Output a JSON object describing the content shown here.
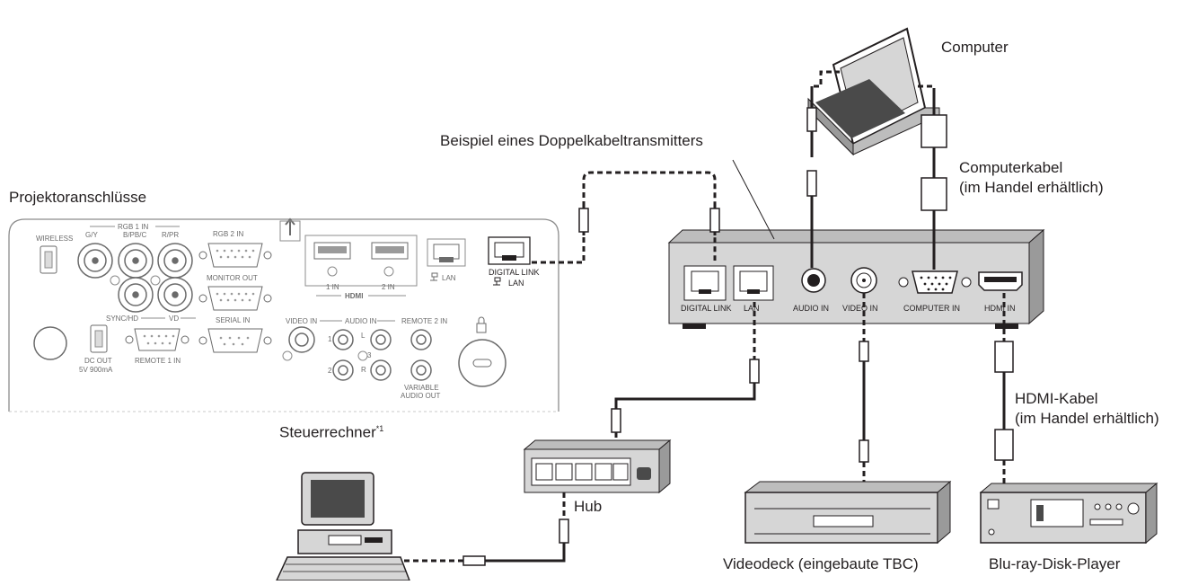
{
  "labels": {
    "projector_connectors": "Projektoranschlüsse",
    "transmitter_example": "Beispiel eines Doppelkabeltransmitters",
    "computer": "Computer",
    "computer_cable_line1": "Computerkabel",
    "computer_cable_line2": "(im Handel erhältlich)",
    "hdmi_cable_line1": "HDMI-Kabel",
    "hdmi_cable_line2": "(im Handel erhältlich)",
    "control_computer": "Steuerrechner",
    "control_computer_note": "*1",
    "hub": "Hub",
    "video_deck": "Videodeck (eingebaute TBC)",
    "bluray_player": "Blu-ray-Disk-Player"
  },
  "projector_panel": {
    "wireless": "WIRELESS",
    "rgb1_in": "RGB 1 IN",
    "g_y": "G/Y",
    "b_pb_c": "B/PB/C",
    "r_pr": "R/PR",
    "sync_hd": "SYNC/HD",
    "vd": "VD",
    "rgb2_in": "RGB 2 IN",
    "monitor_out": "MONITOR OUT",
    "serial_in": "SERIAL IN",
    "hdmi_1_in": "1 IN",
    "hdmi_2_in": "2 IN",
    "hdmi_logo": "HDMI",
    "lan": "LAN",
    "digital_link": "DIGITAL LINK",
    "digital_link_lan": "LAN",
    "dc_out": "DC OUT",
    "dc_out_rating": "5V 900mA",
    "remote1_in": "REMOTE 1 IN",
    "video_in": "VIDEO IN",
    "audio_in": "AUDIO IN",
    "remote2_in": "REMOTE 2 IN",
    "variable_audio_out_1": "VARIABLE",
    "variable_audio_out_2": "AUDIO OUT",
    "audio_ch1": "1",
    "audio_ch2": "2",
    "audio_ch3": "3",
    "audio_l": "L",
    "audio_r": "R"
  },
  "transmitter_ports": {
    "digital_link": "DIGITAL LINK",
    "lan": "LAN",
    "audio_in": "AUDIO IN",
    "video_in": "VIDEO IN",
    "computer_in": "COMPUTER IN",
    "hdmi_in": "HDMI IN"
  },
  "colors": {
    "line": "#231f20",
    "panel_outline": "#8c8c8c",
    "device_fill": "#d6d6d6",
    "device_dark": "#4a4a4a"
  }
}
